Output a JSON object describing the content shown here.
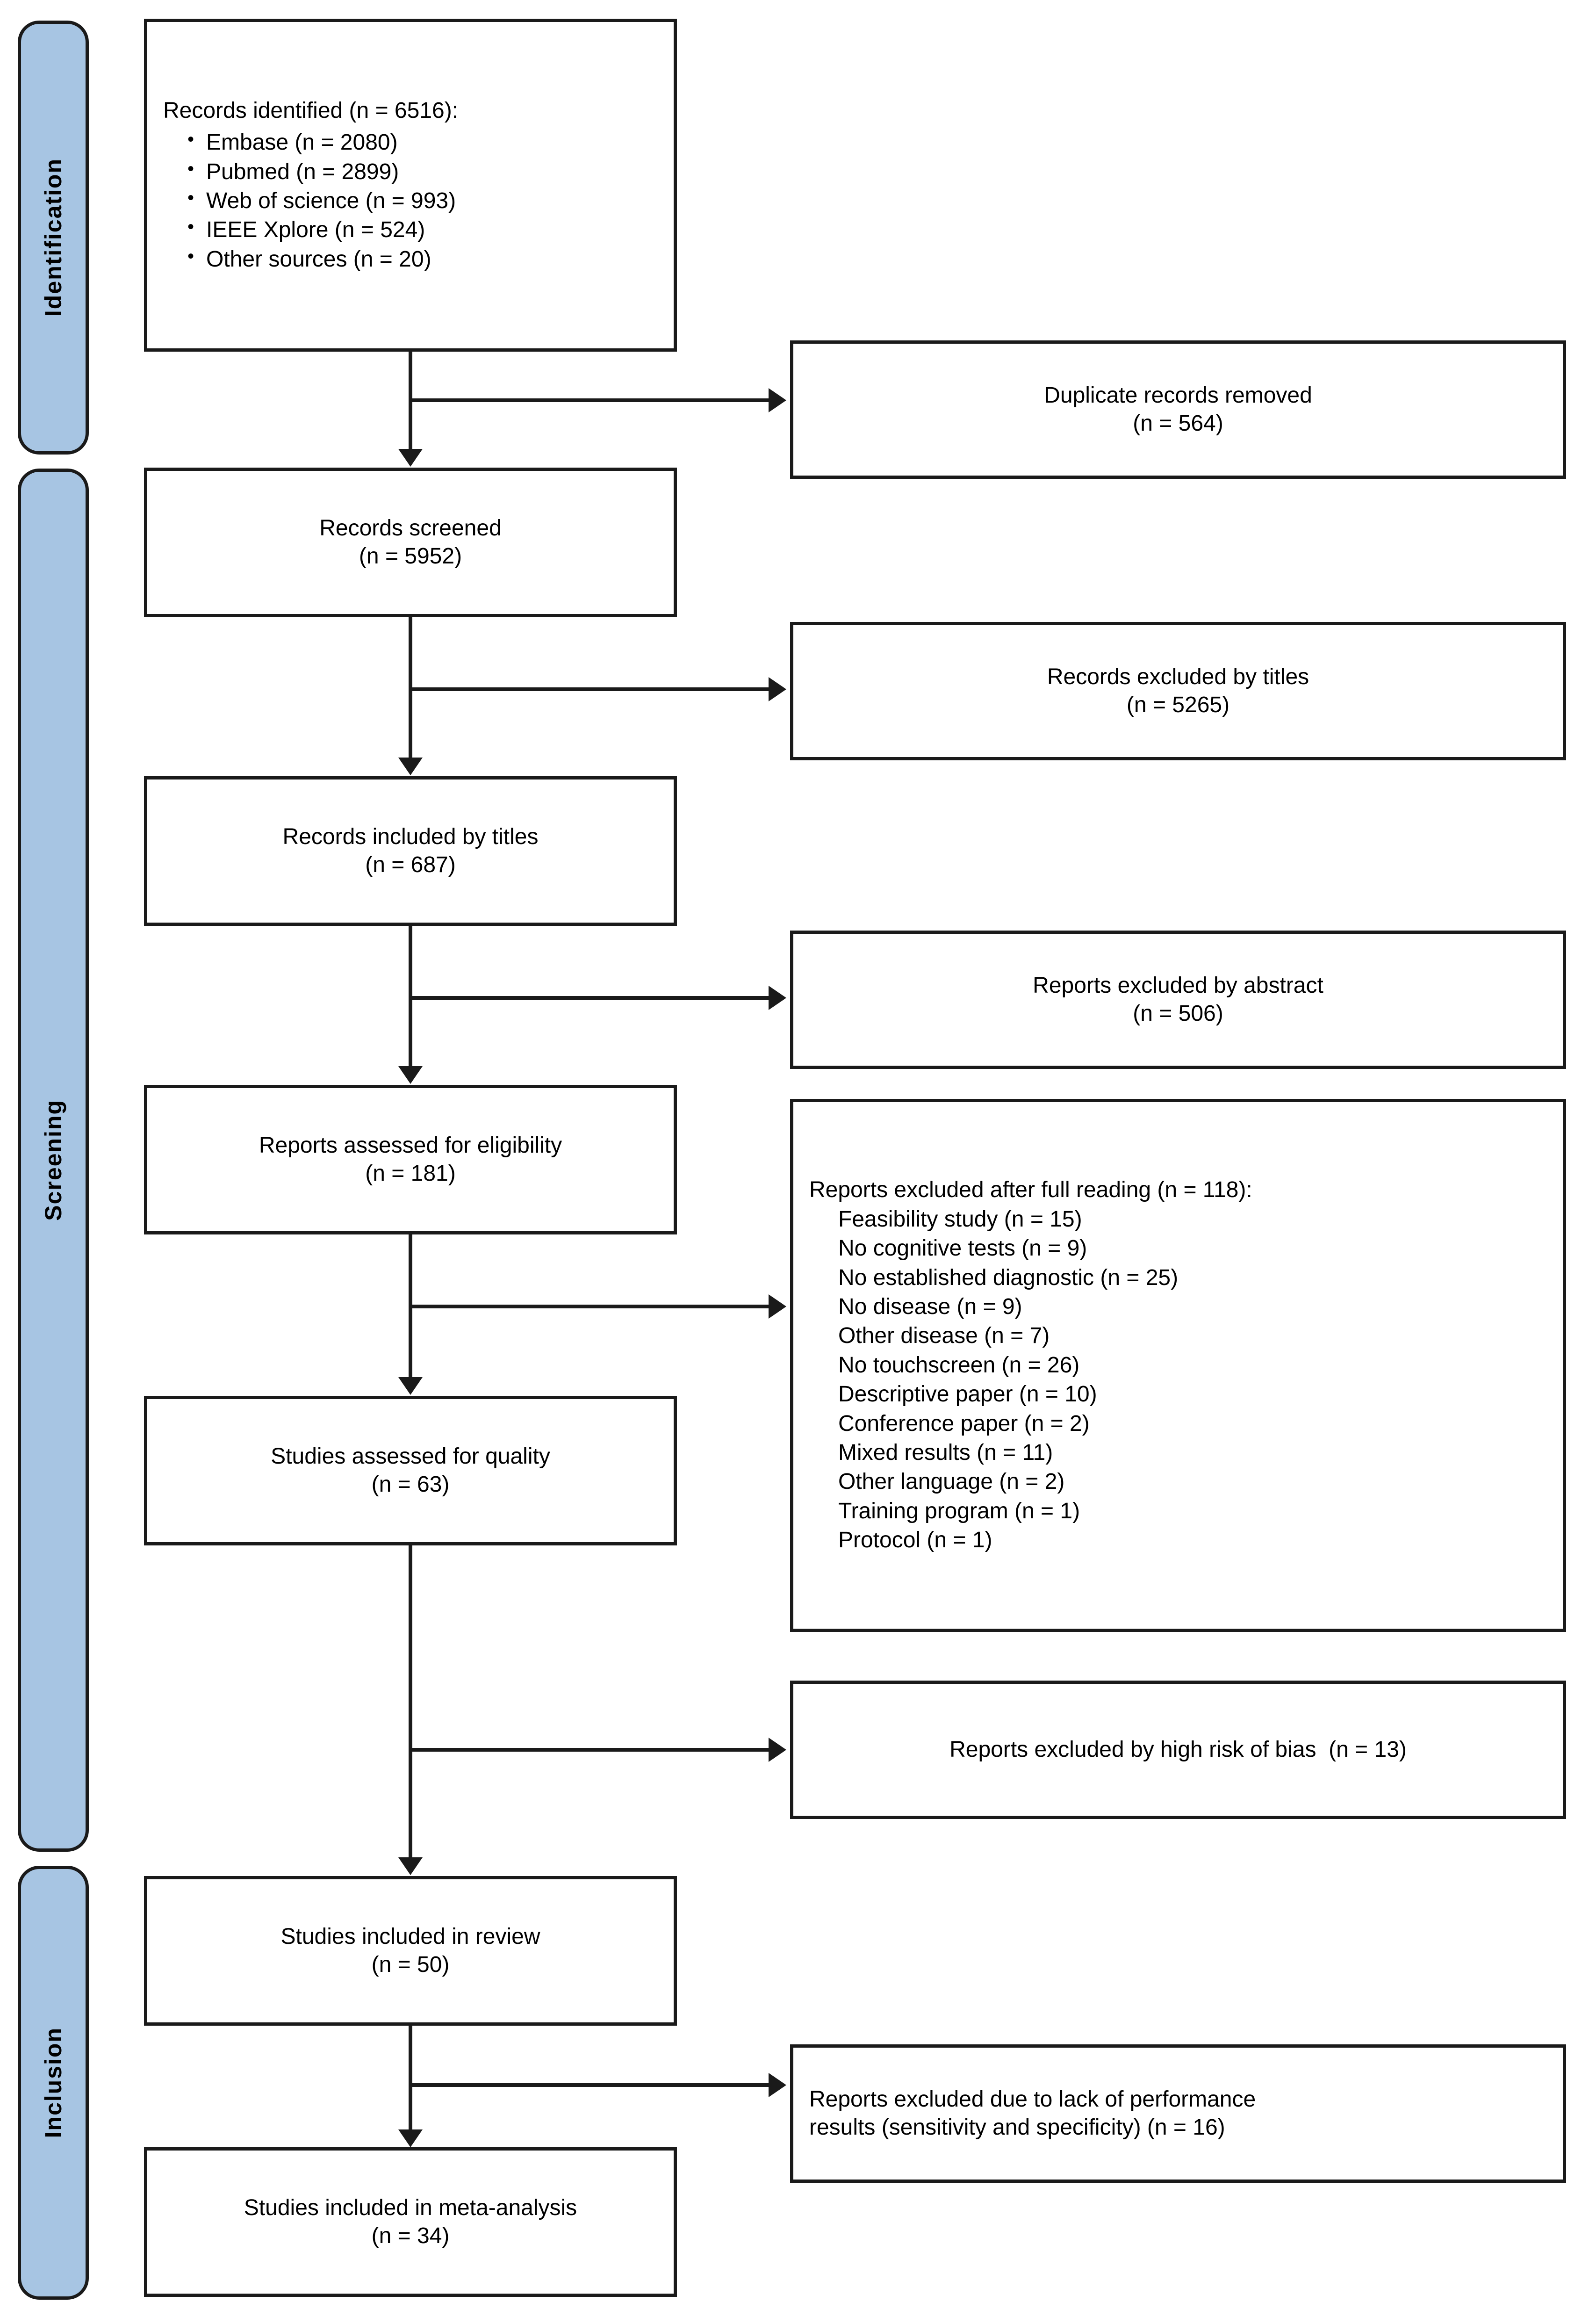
{
  "diagram": {
    "type": "PRISMA flow diagram",
    "accent_color": "#a7c5e3",
    "line_color": "#1a1a1a",
    "background": "#ffffff"
  },
  "stages": [
    {
      "label": "Identification"
    },
    {
      "label": "Screening"
    },
    {
      "label": "Inclusion"
    }
  ],
  "main_boxes": [
    {
      "id": "records-identified",
      "heading": "Records identified (n = 6516):",
      "items": [
        "Embase (n = 2080)",
        "Pubmed (n = 2899)",
        "Web of science (n = 993)",
        "IEEE Xplore (n = 524)",
        "Other sources (n = 20)"
      ]
    },
    {
      "id": "records-screened",
      "line1": "Records screened",
      "line2": "(n = 5952)"
    },
    {
      "id": "records-included-by-titles",
      "line1": "Records included by titles",
      "line2": "(n = 687)"
    },
    {
      "id": "reports-assessed-eligibility",
      "line1": "Reports assessed for eligibility",
      "line2": "(n = 181)"
    },
    {
      "id": "studies-assessed-quality",
      "line1": "Studies assessed for quality",
      "line2": "(n = 63)"
    },
    {
      "id": "studies-included-review",
      "line1": "Studies included in review",
      "line2": "(n = 50)"
    },
    {
      "id": "studies-included-meta-analysis",
      "line1": "Studies included in meta-analysis",
      "line2": "(n = 34)"
    }
  ],
  "exclusion_boxes": [
    {
      "id": "duplicate-records-removed",
      "line1": "Duplicate records removed",
      "line2": "(n = 564)"
    },
    {
      "id": "records-excluded-titles",
      "line1": "Records excluded by titles",
      "line2": "(n = 5265)"
    },
    {
      "id": "reports-excluded-abstract",
      "line1": "Reports excluded by abstract",
      "line2": "(n = 506)"
    },
    {
      "id": "reports-excluded-full-reading",
      "heading": "Reports excluded after full reading (n = 118):",
      "items": [
        "Feasibility study (n = 15)",
        "No cognitive tests (n = 9)",
        "No established diagnostic (n = 25)",
        "No disease (n = 9)",
        "Other disease (n = 7)",
        "No touchscreen (n = 26)",
        "Descriptive paper (n = 10)",
        "Conference paper (n = 2)",
        "Mixed results (n = 11)",
        "Other language (n = 2)",
        "Training program (n = 1)",
        "Protocol (n = 1)"
      ]
    },
    {
      "id": "reports-excluded-risk-bias",
      "line1": "Reports excluded by high risk of bias  (n = 13)"
    },
    {
      "id": "reports-excluded-lack-performance",
      "line1": "Reports excluded due to lack of performance",
      "line2": "results (sensitivity and specificity) (n = 16)"
    }
  ],
  "chart_data": {
    "type": "diagram",
    "title": "PRISMA flow diagram",
    "nodes": [
      {
        "label": "Records identified",
        "n": 6516
      },
      {
        "label": "Embase",
        "n": 2080
      },
      {
        "label": "Pubmed",
        "n": 2899
      },
      {
        "label": "Web of science",
        "n": 993
      },
      {
        "label": "IEEE Xplore",
        "n": 524
      },
      {
        "label": "Other sources",
        "n": 20
      },
      {
        "label": "Duplicate records removed",
        "n": 564
      },
      {
        "label": "Records screened",
        "n": 5952
      },
      {
        "label": "Records excluded by titles",
        "n": 5265
      },
      {
        "label": "Records included by titles",
        "n": 687
      },
      {
        "label": "Reports excluded by abstract",
        "n": 506
      },
      {
        "label": "Reports assessed for eligibility",
        "n": 181
      },
      {
        "label": "Reports excluded after full reading",
        "n": 118
      },
      {
        "label": "Studies assessed for quality",
        "n": 63
      },
      {
        "label": "Reports excluded by high risk of bias",
        "n": 13
      },
      {
        "label": "Studies included in review",
        "n": 50
      },
      {
        "label": "Reports excluded due to lack of performance results (sensitivity and specificity)",
        "n": 16
      },
      {
        "label": "Studies included in meta-analysis",
        "n": 34
      }
    ]
  }
}
